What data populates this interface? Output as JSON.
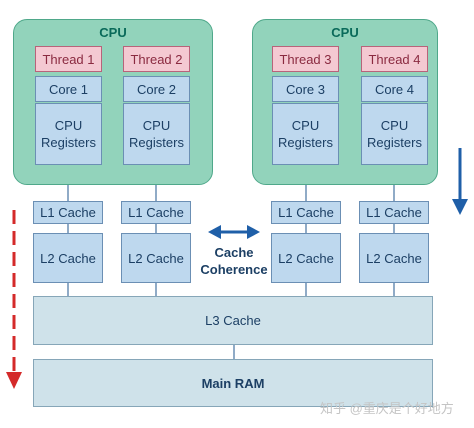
{
  "cpus": [
    {
      "title": "CPU",
      "threads": [
        "Thread 1",
        "Thread 2"
      ],
      "cores": [
        "Core 1",
        "Core 2"
      ]
    },
    {
      "title": "CPU",
      "threads": [
        "Thread 3",
        "Thread 4"
      ],
      "cores": [
        "Core 3",
        "Core 4"
      ]
    }
  ],
  "registers": {
    "line1": "CPU",
    "line2": "Registers"
  },
  "l1_label": "L1 Cache",
  "l2_label": "L2 Cache",
  "coherence": {
    "line1": "Cache",
    "line2": "Coherence"
  },
  "l3_label": "L3 Cache",
  "ram_label": "Main RAM",
  "watermark": "知乎 @重庆是个好地方",
  "colors": {
    "cpu_fill": "#92d3bb",
    "thread_fill": "#f4c9d2",
    "core_fill": "#bed8ee",
    "shared_fill": "#cfe2ea",
    "down_arrow_red": "#d42a2a",
    "down_arrow_blue": "#1f5fa8",
    "coherence_arrow": "#1f5fa8"
  }
}
